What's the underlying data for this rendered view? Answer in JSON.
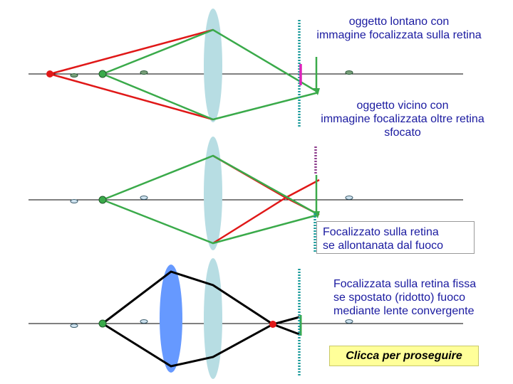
{
  "captions": {
    "far_object_line1": "oggetto lontano con",
    "far_object_line2": "immagine focalizzata sulla retina",
    "near_object_line1": "oggetto vicino con",
    "near_object_line2": "immagine focalizzata oltre retina",
    "near_object_line3": "sfocato",
    "focused_by_distance_line1": "Focalizzato sulla retina",
    "focused_by_distance_line2": "se allontanata dal fuoco",
    "focused_by_lens_line1": "Focalizzata sulla retina fissa",
    "focused_by_lens_line2": "se spostato (ridotto) fuoco",
    "focused_by_lens_line3": "mediante lente convergente"
  },
  "continue_button_label": "Clicca per proseguire",
  "colors": {
    "eye_lens": "#b7dde3",
    "corrective_lens": "#6699ff",
    "retina": "#1a9a9a",
    "retina_blurred": "#8b3a8b",
    "ray_red": "#e01818",
    "ray_green": "#3aaa4a",
    "ray_black": "#000000",
    "caption_text": "#1a1aa0",
    "button_background": "#ffff99"
  }
}
